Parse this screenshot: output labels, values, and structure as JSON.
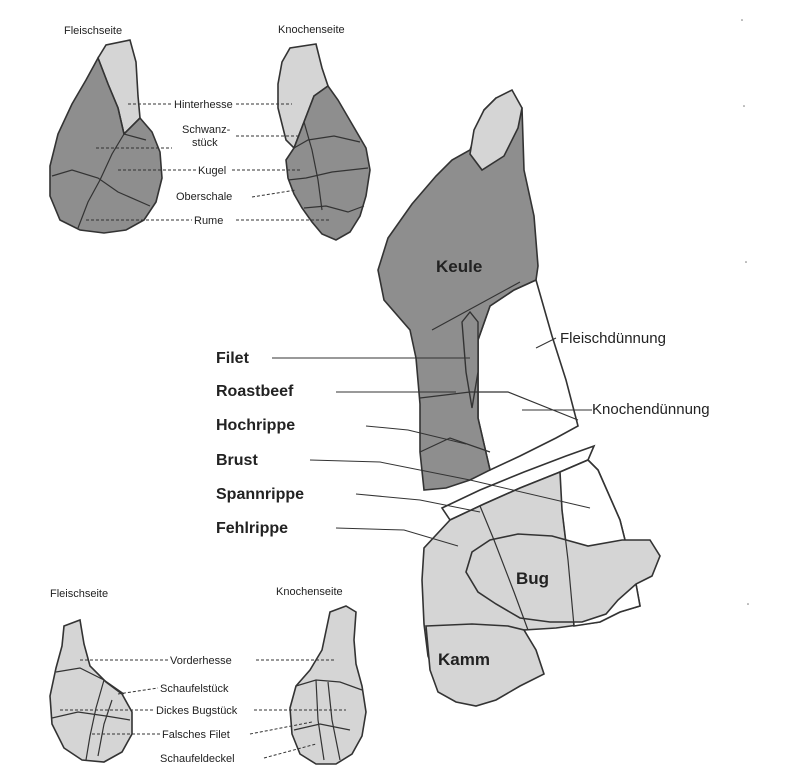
{
  "top_left_title": "Fleischseite",
  "top_right_title": "Knochenseite",
  "top_labels": {
    "hinterhesse": "Hinterhesse",
    "schwanzstueck_1": "Schwanz-",
    "schwanzstueck_2": "stück",
    "kugel": "Kugel",
    "oberschale": "Oberschale",
    "rume": "Rume"
  },
  "main_labels": {
    "keule": "Keule",
    "filet": "Filet",
    "roastbeef": "Roastbeef",
    "hochrippe": "Hochrippe",
    "brust": "Brust",
    "spannrippe": "Spannrippe",
    "fehlrippe": "Fehlrippe",
    "fleischduennung": "Fleischdünnung",
    "knochenduennung": "Knochendünnung",
    "bug": "Bug",
    "kamm": "Kamm"
  },
  "bottom_left_title": "Fleischseite",
  "bottom_right_title": "Knochenseite",
  "bottom_labels": {
    "vorderhesse": "Vorderhesse",
    "schaufelstueck": "Schaufelstück",
    "dickes_bugstueck": "Dickes Bugstück",
    "falsches_filet": "Falsches Filet",
    "schaufeldeckel": "Schaufeldeckel"
  }
}
